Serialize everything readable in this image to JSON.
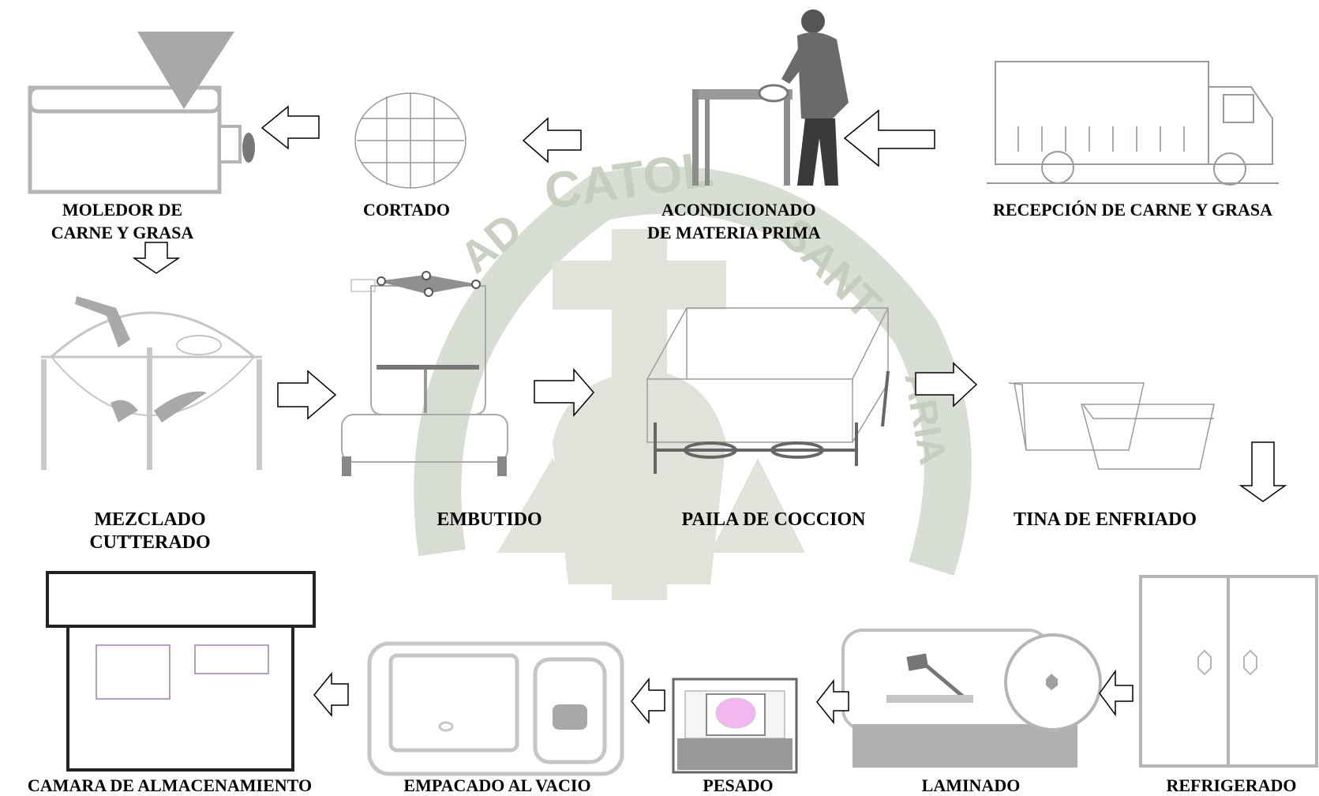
{
  "steps": {
    "recepcion": {
      "line1": "RECEPCIÓN DE CARNE Y GRASA"
    },
    "acondicionado": {
      "line1": "ACONDICIONADO",
      "line2": "DE MATERIA PRIMA"
    },
    "cortado": {
      "line1": "CORTADO"
    },
    "moledor": {
      "line1": "MOLEDOR DE",
      "line2": "CARNE Y GRASA"
    },
    "mezclado": {
      "line1": "MEZCLADO",
      "line2": "CUTTERADO"
    },
    "embutido": {
      "line1": "EMBUTIDO"
    },
    "paila": {
      "line1": "PAILA DE COCCION"
    },
    "tina": {
      "line1": "TINA DE ENFRIADO"
    },
    "refrigerado": {
      "line1": "REFRIGERADO"
    },
    "laminado": {
      "line1": "LAMINADO"
    },
    "pesado": {
      "line1": "PESADO"
    },
    "empacado": {
      "line1": "EMPACADO AL VACIO"
    },
    "camara": {
      "line1": "CAMARA DE ALMACENAMIENTO"
    }
  },
  "watermark": {
    "text_top": "CATOL",
    "text_left": "AD",
    "text_right": "SANT",
    "text_right2": "ARIA"
  },
  "colors": {
    "watermark": "#b9c2b0",
    "equipment": "#b8b8b8",
    "arrow": "#000000",
    "pink": "#f3b6f0"
  },
  "icons": [
    "truck-icon",
    "worker-icon",
    "grid-icon",
    "grinder-icon",
    "mixer-icon",
    "stuffer-icon",
    "kettle-icon",
    "tubs-icon",
    "fridge-icon",
    "slicer-icon",
    "scale-icon",
    "vacuum-packer-icon",
    "storage-room-icon"
  ]
}
